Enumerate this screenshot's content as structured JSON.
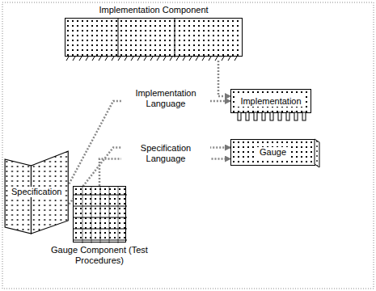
{
  "diagram": {
    "nodes": [
      {
        "text": [
          "Implementation Component"
        ]
      },
      {
        "text": [
          "Specification"
        ]
      },
      {
        "text": [
          "Implementation"
        ]
      },
      {
        "text": [
          "Gauge"
        ]
      },
      {
        "text": [
          "Gauge Component (Test Procedures)"
        ]
      }
    ],
    "edges": [
      {
        "from": 1,
        "to": 2,
        "arrow": "to",
        "label": "Implementation Language"
      },
      {
        "from": 0,
        "to": 2,
        "arrow": "to"
      },
      {
        "from": 1,
        "to": 3,
        "arrow": "to",
        "label": "Specification Language"
      },
      {
        "from": 4,
        "to": 3,
        "arrow": "to"
      }
    ]
  }
}
